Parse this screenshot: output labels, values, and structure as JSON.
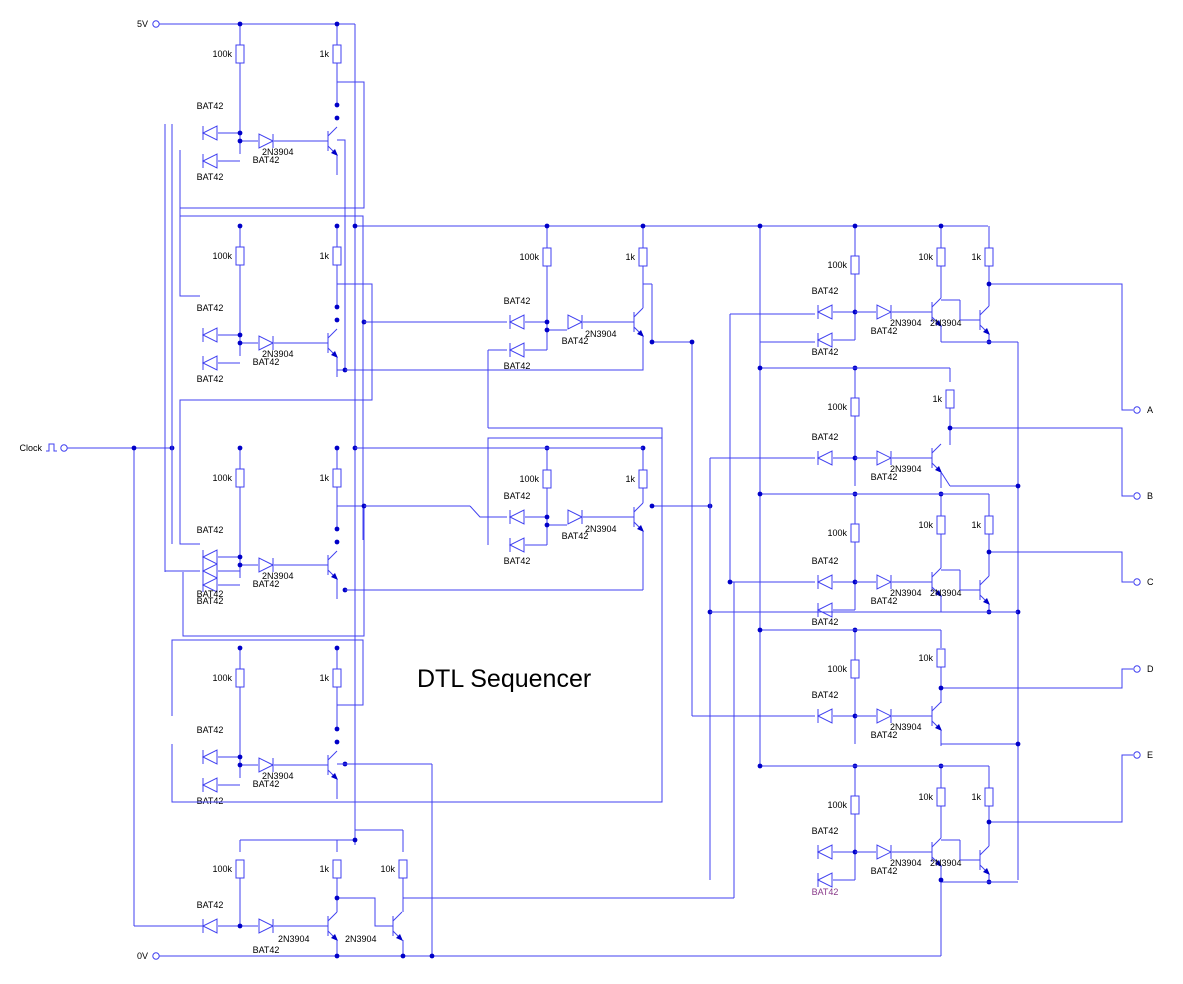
{
  "title": "DTL Sequencer",
  "terminals": {
    "supply": "5V",
    "ground": "0V",
    "clock": "Clock",
    "outputs": [
      "A",
      "B",
      "C",
      "D",
      "E"
    ]
  },
  "components": {
    "resistor_base": "100k",
    "resistor_collector": "1k",
    "resistor_pullup": "10k",
    "diode": "BAT42",
    "transistor": "2N3904"
  },
  "colors": {
    "wire": "#4040f0",
    "junction": "#0000c8",
    "text": "#000000",
    "highlight_label": "#8a3a8a"
  }
}
